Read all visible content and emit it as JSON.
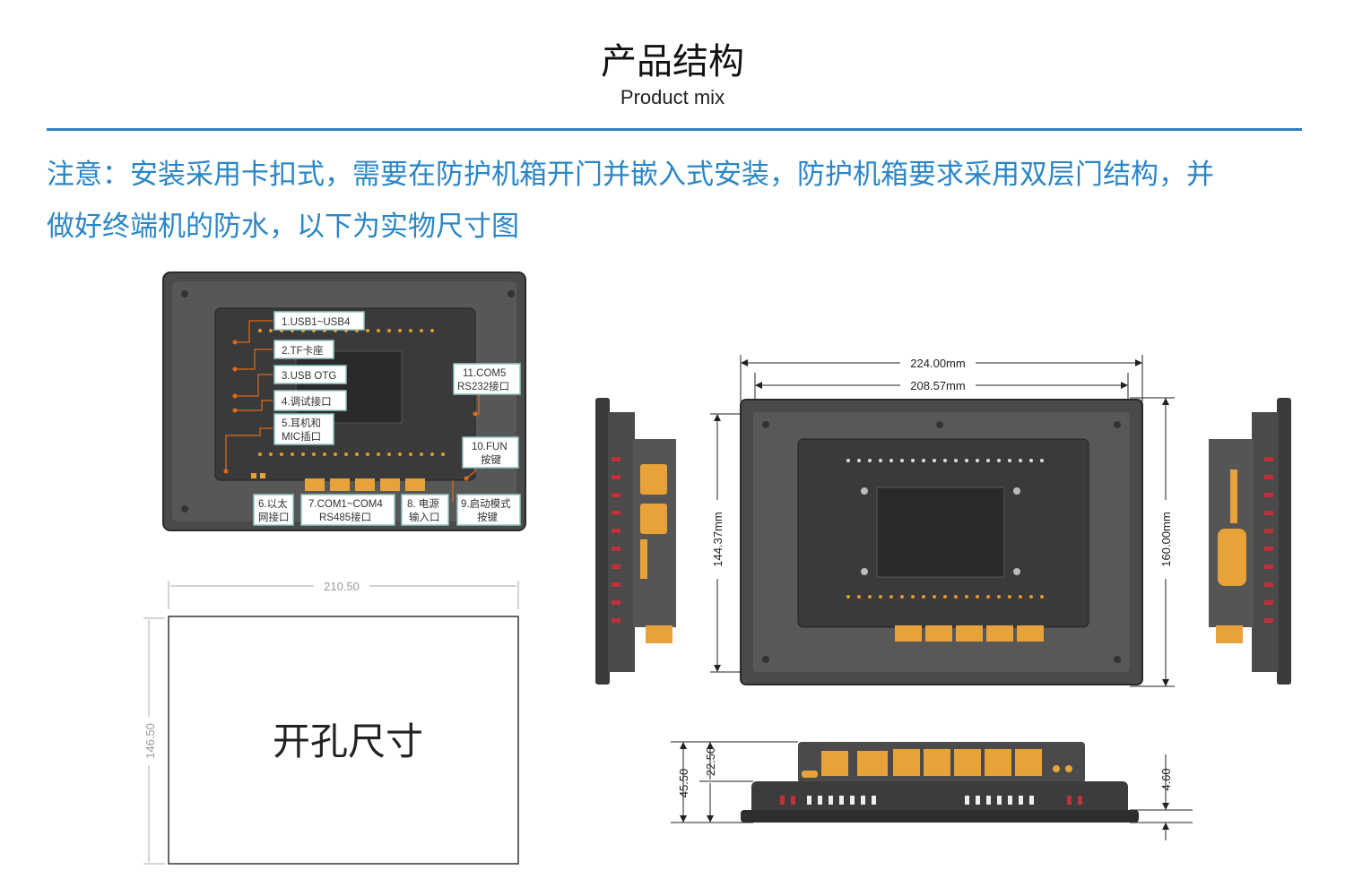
{
  "header": {
    "title": "产品结构",
    "subtitle": "Product mix"
  },
  "note": {
    "line1": "注意：安装采用卡扣式，需要在防护机箱开门并嵌入式安装，防护机箱要求采用双层门结构，并",
    "line2": "做好终端机的防水，以下为实物尺寸图"
  },
  "back_view": {
    "callouts": {
      "c1": "1.USB1~USB4",
      "c2": "2.TF卡座",
      "c3": "3.USB OTG",
      "c4": "4.调试接口",
      "c5a": "5.耳机和",
      "c5b": "MIC插口",
      "c6a": "6.以太",
      "c6b": "网接口",
      "c7a": "7.COM1~COM4",
      "c7b": "RS485接口",
      "c8a": "8. 电源",
      "c8b": "输入口",
      "c9a": "9.启动模式",
      "c9b": "按键",
      "c10a": "10.FUN",
      "c10b": "按键",
      "c11a": "11.COM5",
      "c11b": "RS232接口"
    }
  },
  "cutout": {
    "width": "210.50",
    "height": "146.50",
    "label": "开孔尺寸"
  },
  "dimensions": {
    "outer_width": "224.00mm",
    "inner_width": "208.57mm",
    "inner_height": "144.37mm",
    "outer_height": "160.00mm",
    "depth_total": "45.50",
    "depth_body": "22.50",
    "bezel": "4.60"
  },
  "colors": {
    "accent_blue": "#2a86c8",
    "rule_blue": "#2f7fc0",
    "device_body": "#3c3c3c",
    "connector_orange": "#e8a23a"
  }
}
